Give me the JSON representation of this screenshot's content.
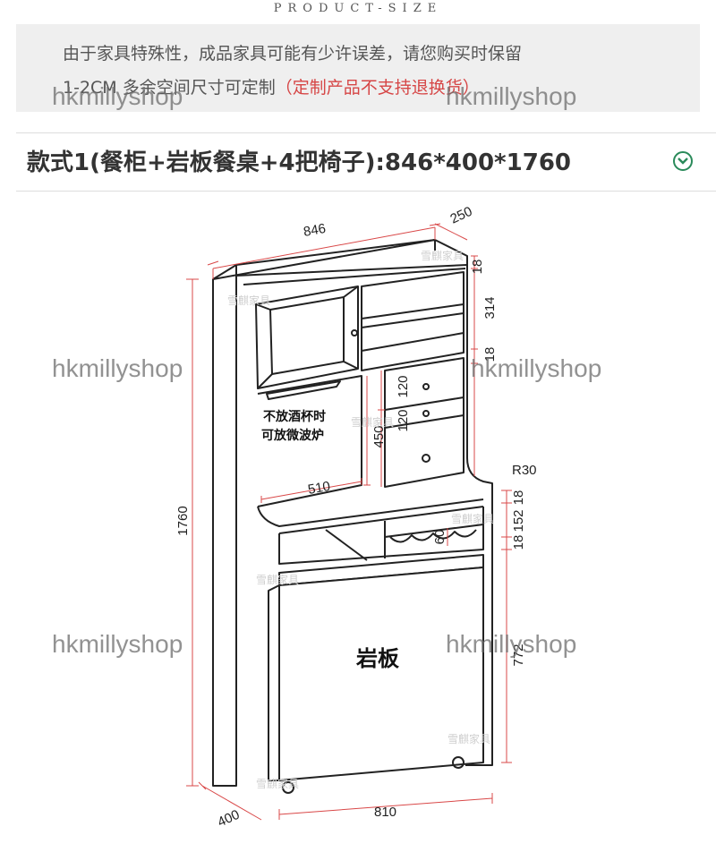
{
  "header": {
    "title": "PRODUCT-SIZE"
  },
  "notice": {
    "line1": "由于家具特殊性，成品家具可能有少许误差，请您购买时保留",
    "line2_normal": "1-2CM 多余空间尺寸可定制",
    "line2_red": "（定制产品不支持退换货）"
  },
  "style": {
    "title": "款式1(餐柜+岩板餐桌+4把椅子):846*400*1760"
  },
  "watermark": "hkmillyshop",
  "brand_mark": "雪麒家具",
  "colors": {
    "red": "#d64646",
    "green": "#2a8a5a",
    "line": "#222222",
    "dim": "#d94848"
  },
  "icons": [
    "chevron-down-icon"
  ],
  "diagram": {
    "width": "846",
    "depth_top": "250",
    "top_thickness": "18",
    "upper_shelf": "314",
    "shelf_thickness": "18",
    "drawer1": "120",
    "drawer2": "120",
    "niche_height": "450",
    "niche_width": "510",
    "radius": "R30",
    "rack_top": "18",
    "rack_height": "152",
    "rack_bottom": "18",
    "rack_mid": "60",
    "lower_height": "772",
    "total_height": "1760",
    "depth_bottom": "400",
    "bottom_width": "810",
    "niche_note_line1": "不放酒杯时",
    "niche_note_line2": "可放微波炉",
    "panel_label": "岩板"
  }
}
